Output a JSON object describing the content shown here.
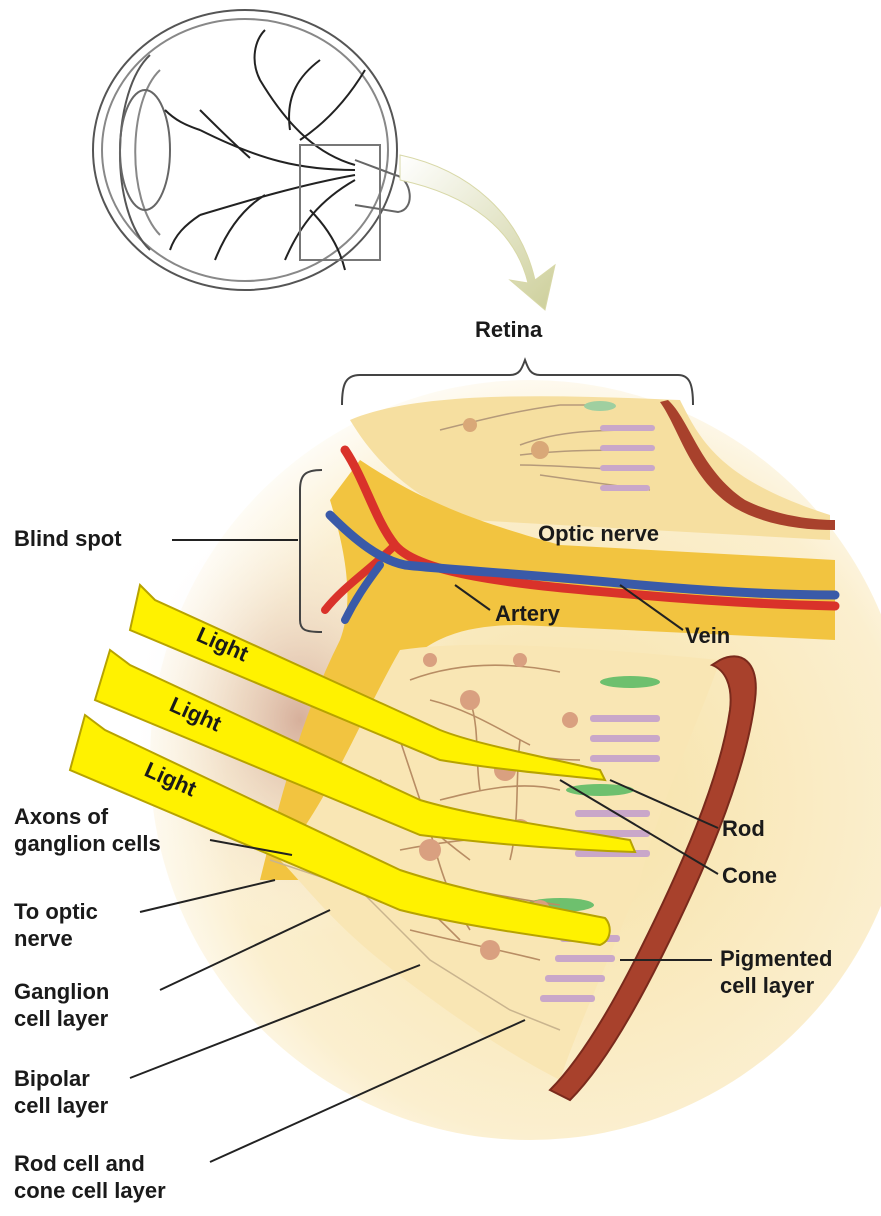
{
  "diagram": {
    "labels": {
      "retina": "Retina",
      "blind_spot": "Blind spot",
      "optic_nerve": "Optic nerve",
      "artery": "Artery",
      "vein": "Vein",
      "rod": "Rod",
      "cone": "Cone",
      "axons": "Axons of\nganglion cells",
      "to_optic_nerve": "To optic\nnerve",
      "ganglion_layer": "Ganglion\ncell layer",
      "bipolar_layer": "Bipolar\ncell layer",
      "rod_cone_layer": "Rod cell and\ncone cell layer",
      "pigmented_layer": "Pigmented\ncell layer"
    },
    "light_beams": [
      "Light",
      "Light",
      "Light"
    ],
    "colors": {
      "nerve": "#f2c440",
      "artery": "#d9322a",
      "vein": "#3a5aa8",
      "light": "#fff200",
      "pigment": "#a8412c",
      "tissue": "#f6dfa0"
    }
  }
}
